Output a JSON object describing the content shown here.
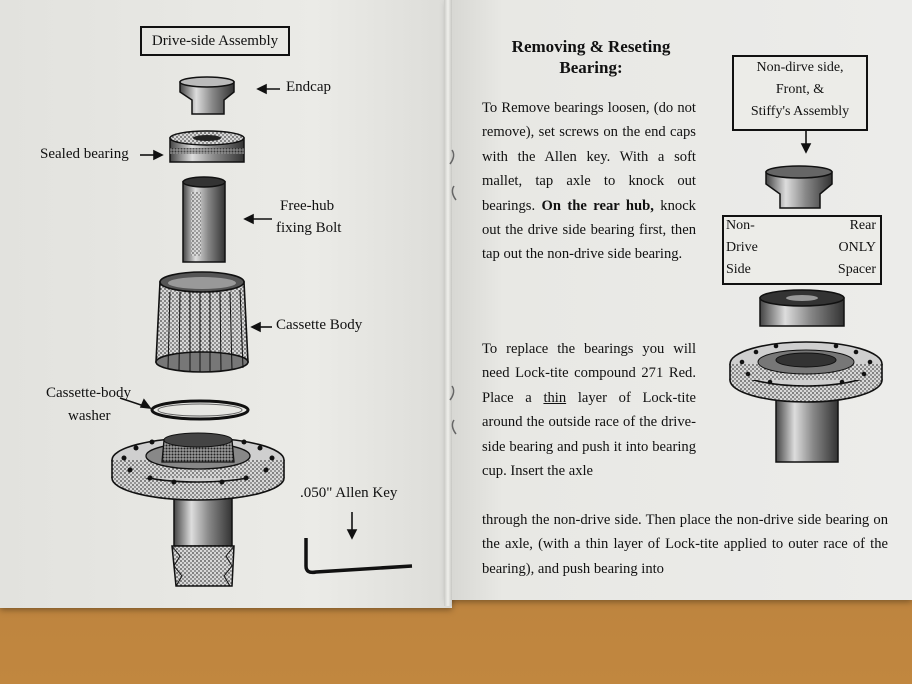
{
  "left_page": {
    "box_title": "Drive-side Assembly",
    "labels": {
      "endcap": "Endcap",
      "sealed_bearing": "Sealed bearing",
      "freehub_line1": "Free-hub",
      "freehub_line2": "fixing Bolt",
      "cassette_body": "Cassette Body",
      "washer_line1": "Cassette-body",
      "washer_line2": "washer",
      "allen_key": ".050\" Allen Key"
    }
  },
  "right_page": {
    "heading_line1": "Removing & Reseting",
    "heading_line2": "Bearing:",
    "para1": {
      "text_a": "To Remove bearings loosen, (do not remove), set screws on the end caps with the Allen key.  With a soft mallet, tap axle to knock out bearings. ",
      "bold": "On the rear hub,",
      "text_b": " knock out the drive side bearing first, then tap out the non-drive side bearing."
    },
    "para2": {
      "text_a": "To replace the bearings you will need Lock-tite compound 271 Red.  Place a ",
      "underlined": "thin",
      "text_b": " layer of Lock-tite around the outside race of the drive-side bearing and push it into bearing cup.  Insert the axle"
    },
    "para2_continued": "through the non-drive side.  Then place the non-drive side bearing on the axle, (with a thin layer of Lock-tite applied to outer race of the bearing), and push bearing into",
    "nd_box": {
      "line1": "Non-dirve side,",
      "line2": "Front, &",
      "line3": "Stiffy's Assembly"
    },
    "spacer_box": {
      "left_line1": "Non-",
      "left_line2": "Drive",
      "left_line3": "Side",
      "right_line1": "Rear",
      "right_line2": "ONLY",
      "right_line3": "Spacer"
    }
  }
}
